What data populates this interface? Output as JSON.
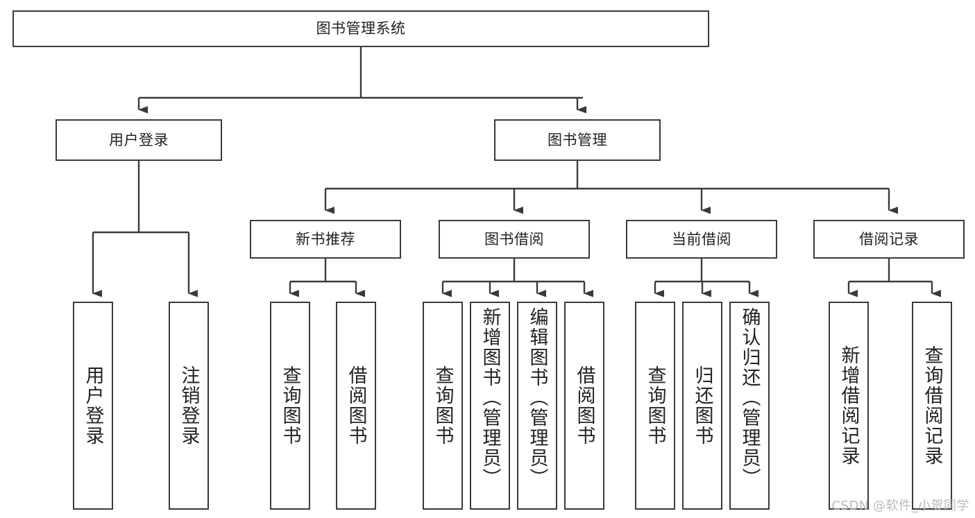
{
  "diagram": {
    "title": "图书管理系统",
    "type": "tree",
    "watermark": "CSDN @软件_小贺同学",
    "root": {
      "label": "图书管理系统"
    },
    "level2": [
      {
        "label": "用户登录"
      },
      {
        "label": "图书管理"
      }
    ],
    "level3": [
      {
        "label": "新书推荐"
      },
      {
        "label": "图书借阅"
      },
      {
        "label": "当前借阅"
      },
      {
        "label": "借阅记录"
      }
    ],
    "leaves": {
      "user_login": [
        {
          "label": "用户登录"
        },
        {
          "label": "注销登录"
        }
      ],
      "new_book": [
        {
          "label": "查询图书"
        },
        {
          "label": "借阅图书"
        }
      ],
      "borrow": [
        {
          "label": "查询图书"
        },
        {
          "label": "新增图书（管理员）"
        },
        {
          "label": "编辑图书（管理员）"
        },
        {
          "label": "借阅图书"
        }
      ],
      "current": [
        {
          "label": "查询图书"
        },
        {
          "label": "归还图书"
        },
        {
          "label": "确认归还（管理员）"
        }
      ],
      "records": [
        {
          "label": "新增借阅记录"
        },
        {
          "label": "查询借阅记录"
        }
      ]
    },
    "colors": {
      "stroke": "#3a3a3a",
      "fill": "#ffffff",
      "text": "#222222",
      "watermark": "#b9b9b9"
    }
  }
}
